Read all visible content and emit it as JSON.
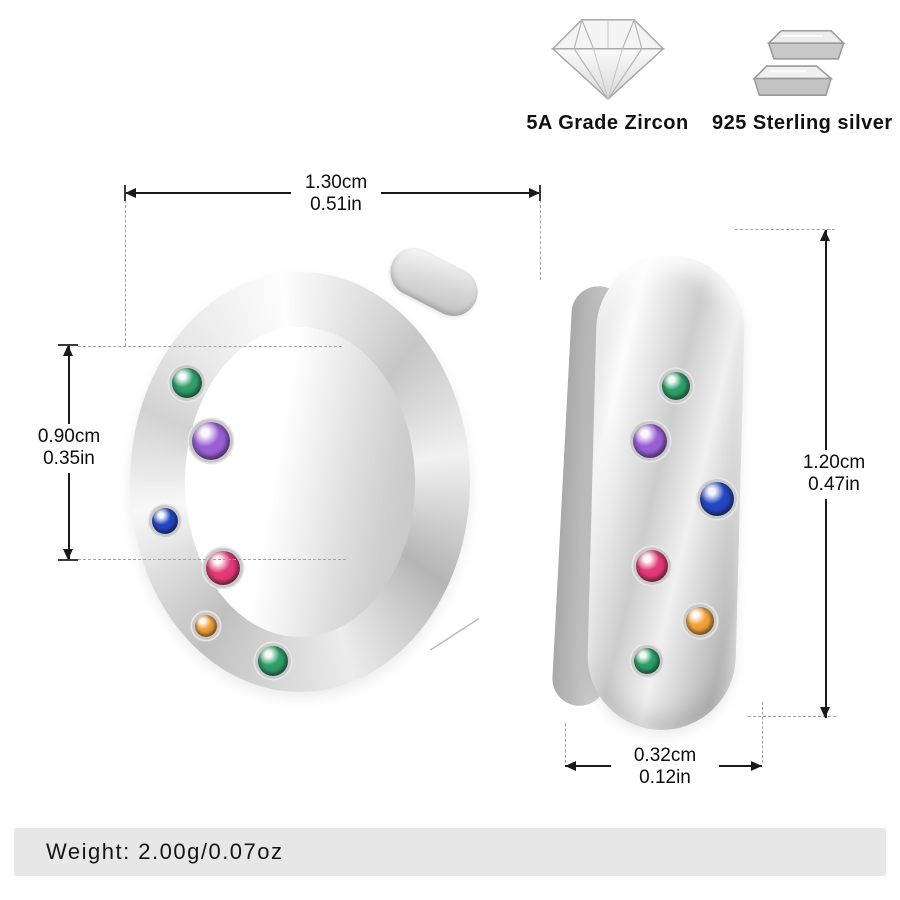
{
  "header": {
    "badges": [
      {
        "icon": "zircon-diamond-icon",
        "label": "5A Grade Zircon"
      },
      {
        "icon": "silver-bars-icon",
        "label": "925 Sterling silver"
      }
    ]
  },
  "dimensions": {
    "front_width": {
      "cm": "1.30cm",
      "inch": "0.51in"
    },
    "front_inner_height": {
      "cm": "0.90cm",
      "inch": "0.35in"
    },
    "side_height": {
      "cm": "1.20cm",
      "inch": "0.47in"
    },
    "side_width": {
      "cm": "0.32cm",
      "inch": "0.12in"
    }
  },
  "footer": {
    "weight": "Weight: 2.00g/0.07oz"
  },
  "gems": {
    "colors": [
      "#2f9e68",
      "#9a5fd6",
      "#2446c0",
      "#e23a76",
      "#f0a13a",
      "#2f9e68"
    ]
  },
  "colors": {
    "metal_light": "#f5f5f5",
    "metal_mid": "#cfcfcf",
    "metal_dark": "#a9a9a9",
    "footer_bg": "#e7e7e7",
    "dimension_line": "#1a1a1a",
    "dash_line": "#a3a3a3"
  }
}
